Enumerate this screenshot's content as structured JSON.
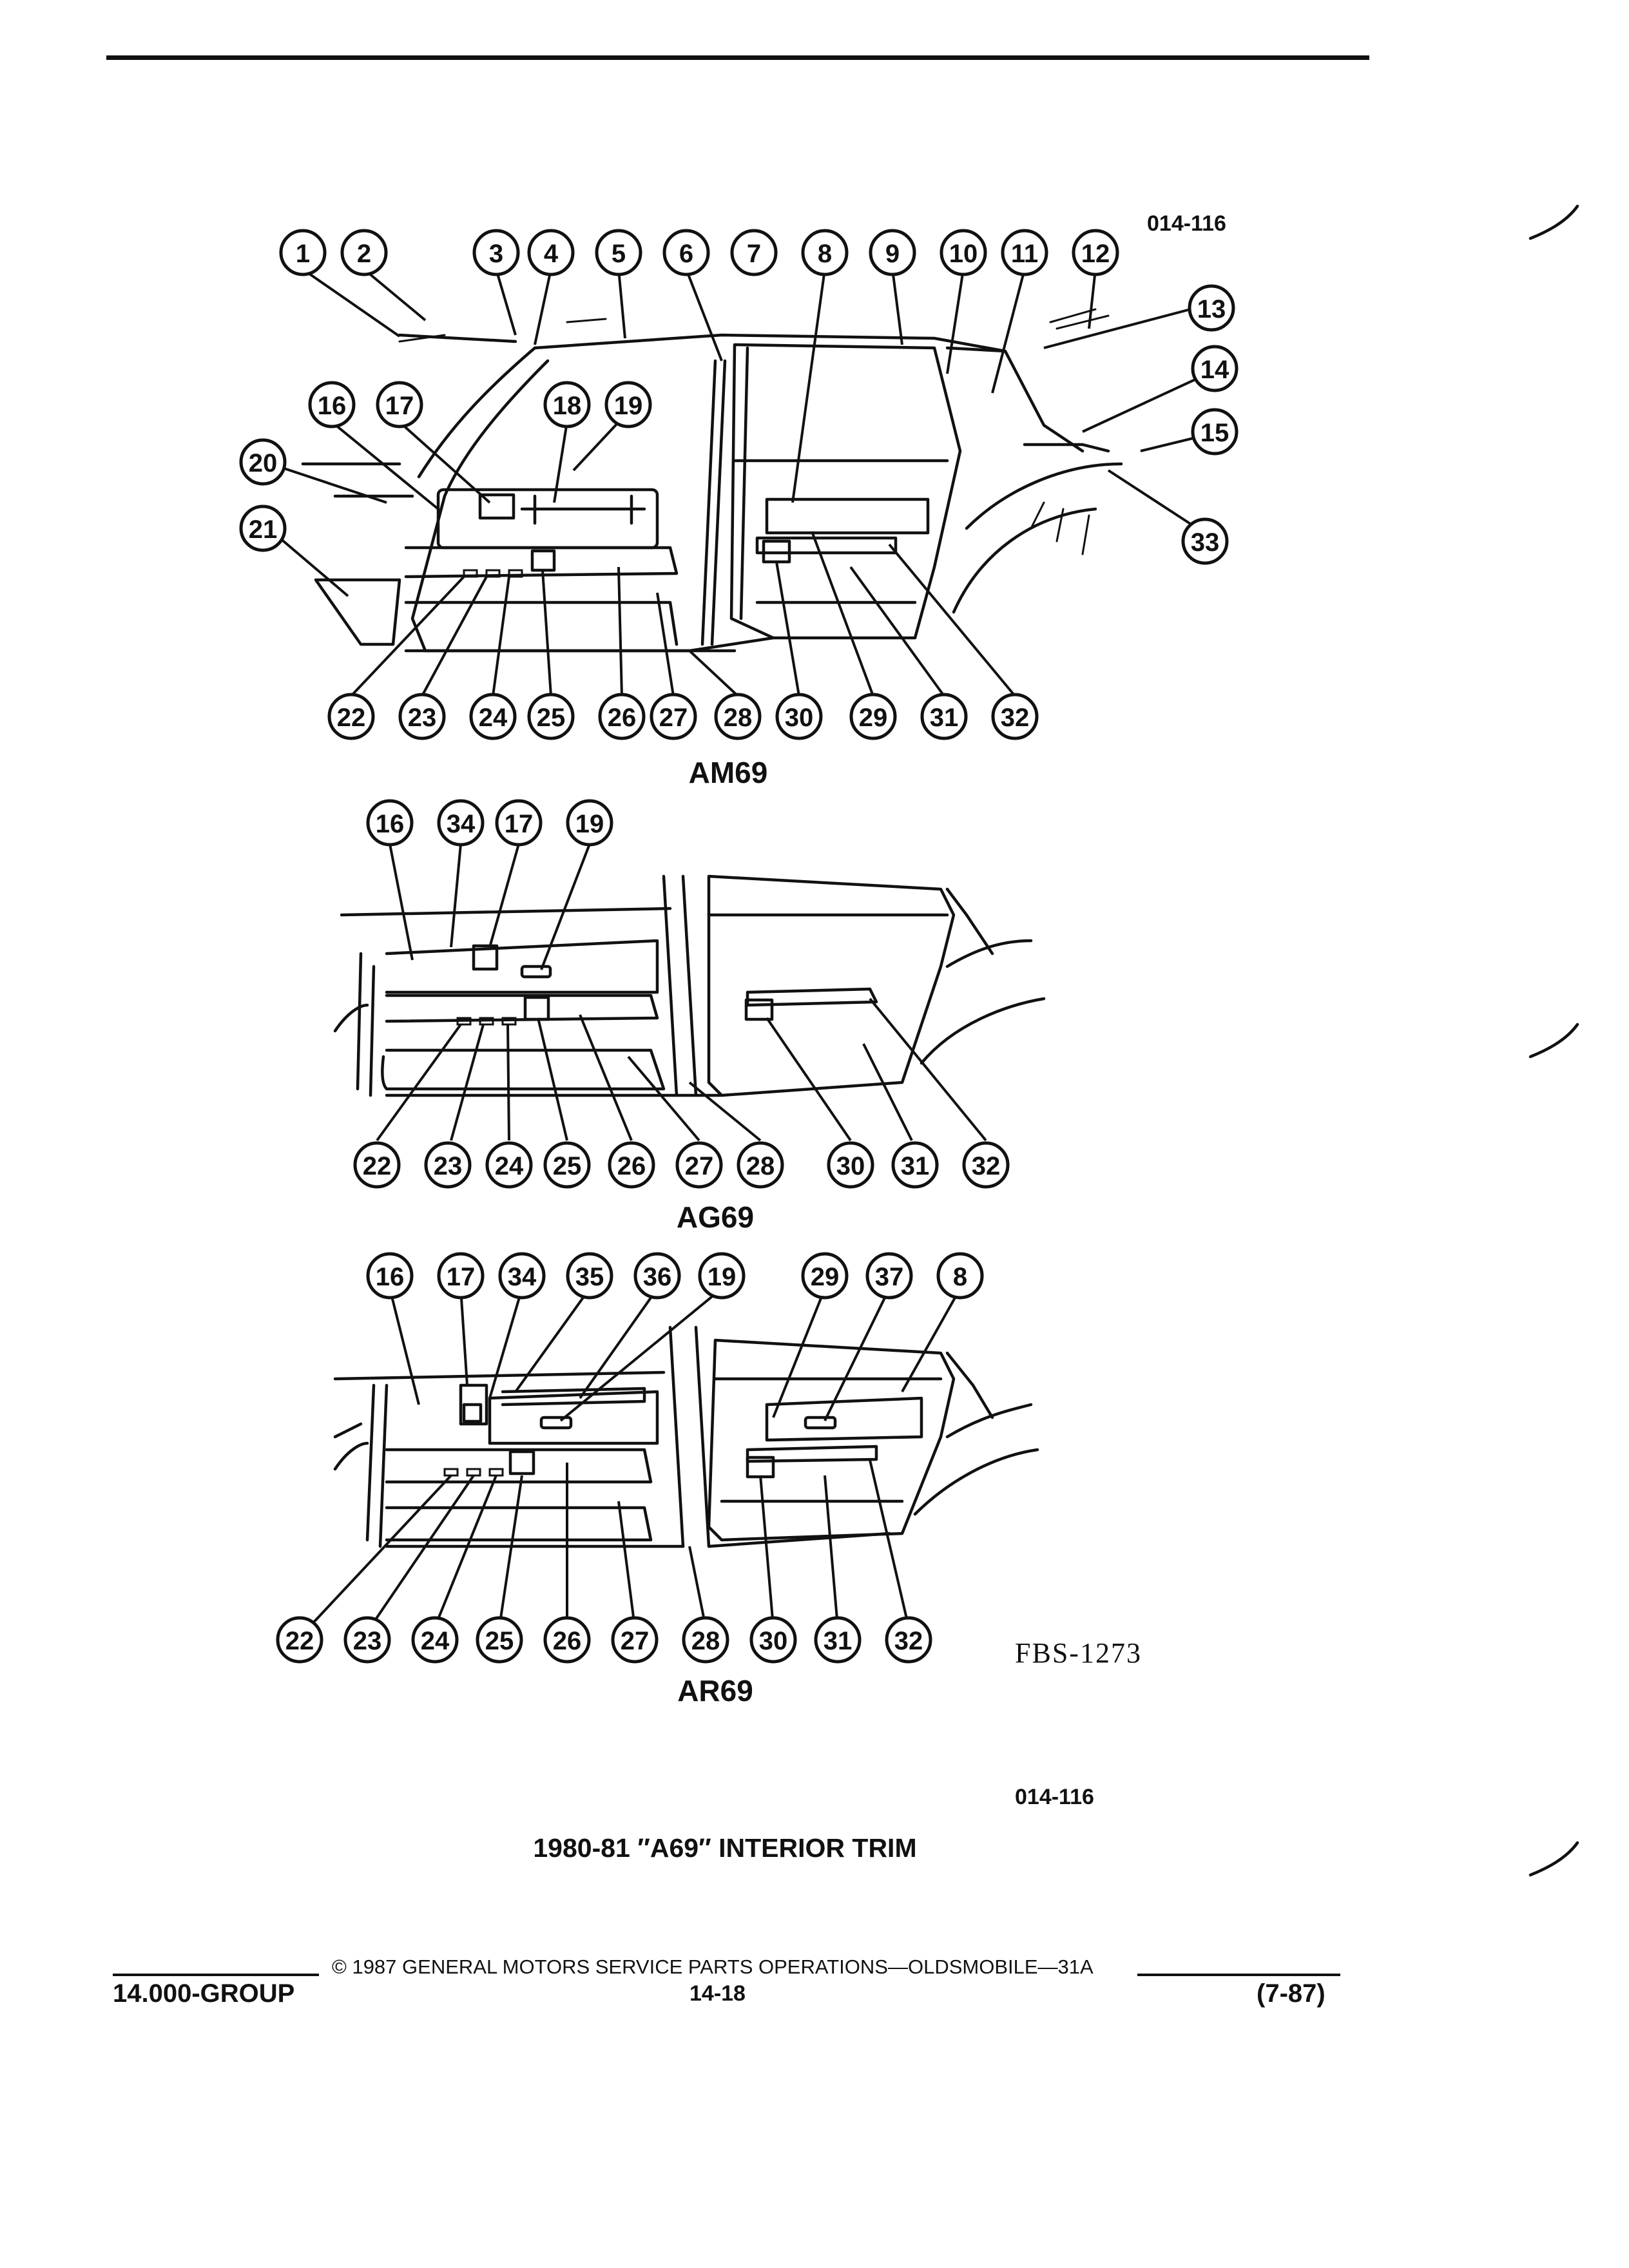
{
  "header": {
    "code_top": "014-116"
  },
  "panels": [
    {
      "model": "AM69",
      "callouts": [
        "1",
        "2",
        "3",
        "4",
        "5",
        "6",
        "7",
        "8",
        "9",
        "10",
        "11",
        "12",
        "13",
        "14",
        "15",
        "16",
        "17",
        "18",
        "19",
        "20",
        "21",
        "22",
        "23",
        "24",
        "25",
        "26",
        "27",
        "28",
        "30",
        "29",
        "31",
        "32",
        "33"
      ]
    },
    {
      "model": "AG69",
      "callouts": [
        "16",
        "34",
        "17",
        "19",
        "22",
        "23",
        "24",
        "25",
        "26",
        "27",
        "28",
        "30",
        "31",
        "32"
      ]
    },
    {
      "model": "AR69",
      "callouts": [
        "16",
        "17",
        "34",
        "35",
        "36",
        "19",
        "29",
        "37",
        "8",
        "22",
        "23",
        "24",
        "25",
        "26",
        "27",
        "28",
        "30",
        "31",
        "32"
      ]
    }
  ],
  "fbs_code": "FBS-1273",
  "code_bottom": "014-116",
  "caption": "1980-81 ″A69″ INTERIOR TRIM",
  "footer": {
    "copyright": "© 1987 GENERAL MOTORS SERVICE PARTS OPERATIONS—OLDSMOBILE—31A",
    "group": "14.000-GROUP",
    "page": "14-18",
    "date": "(7-87)"
  }
}
